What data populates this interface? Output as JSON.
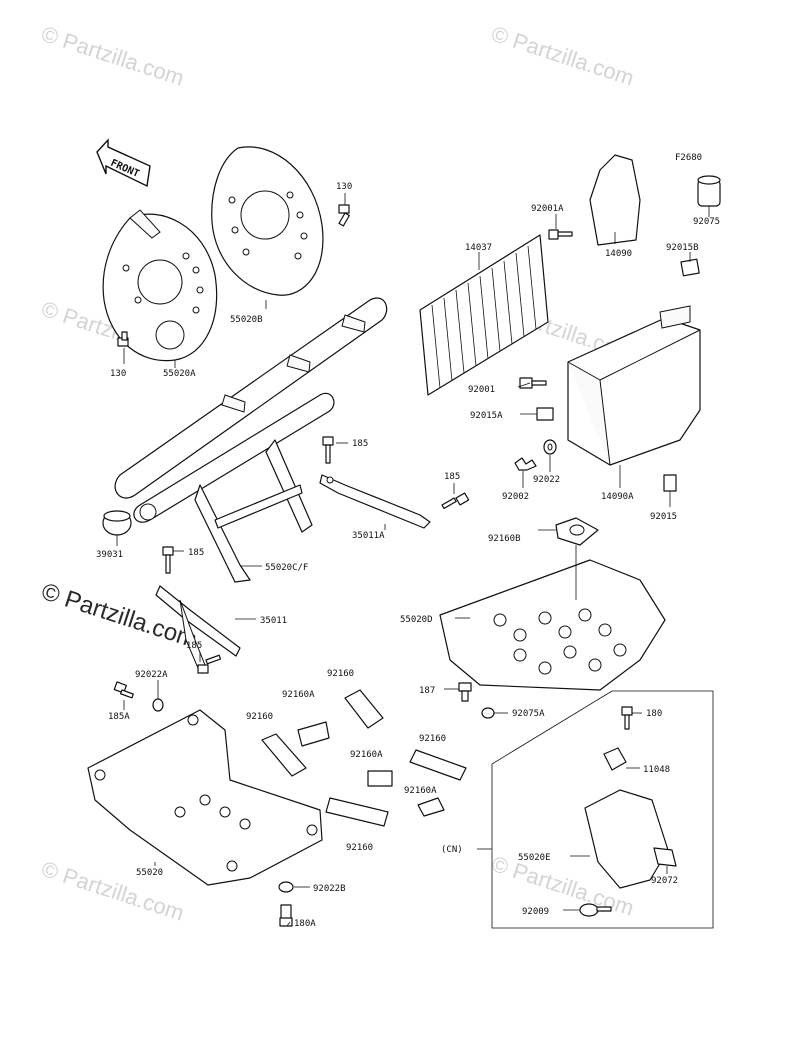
{
  "diagram_code": "F2680",
  "front_label": "FRONT",
  "watermark": "© Partzilla.com",
  "set_label": "(CN)",
  "parts": {
    "p130_top": "130",
    "p130_left": "130",
    "p55020B": "55020B",
    "p55020A": "55020A",
    "p14037": "14037",
    "p92001A": "92001A",
    "p14090": "14090",
    "p92075": "92075",
    "p92015B": "92015B",
    "p92001": "92001",
    "p92015A": "92015A",
    "p185_a": "185",
    "p185_b": "185",
    "p185_c": "185",
    "p185_d": "185",
    "p92022": "92022",
    "p92002": "92002",
    "p14090A": "14090A",
    "p92015": "92015",
    "p39031": "39031",
    "p35011A": "35011A",
    "p92160B": "92160B",
    "p55020CF": "55020C/F",
    "p35011": "35011",
    "p55020D": "55020D",
    "p92022A": "92022A",
    "p185A": "185A",
    "p92160_a": "92160",
    "p92160A_a": "92160A",
    "p92160_b": "92160",
    "p187": "187",
    "p92075A": "92075A",
    "p92160A_b": "92160A",
    "p92160_c": "92160",
    "p92160A_c": "92160A",
    "p180": "180",
    "p11048": "11048",
    "p92160_d": "92160",
    "p55020": "55020",
    "p55020E": "55020E",
    "p92022B": "92022B",
    "p92072": "92072",
    "p92009": "92009",
    "p180A": "180A"
  }
}
